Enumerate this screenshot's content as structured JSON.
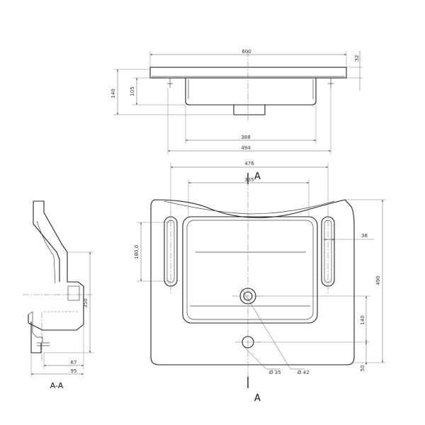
{
  "top_view": {
    "dims": {
      "overall_width": "600",
      "rim_height": "32",
      "total_height": "140",
      "bowl_height": "105",
      "bowl_width": "388",
      "outer_width": "494"
    }
  },
  "front_view": {
    "dims": {
      "width": "476",
      "inner_width": "335",
      "hole_spacing": "180,0",
      "slot_width": "36",
      "depth": "490",
      "drain_offset": "140",
      "tap_offset": "50",
      "tap_hole": "Ø 35",
      "drain_hole": "Ø 42"
    },
    "section_markers": {
      "top": "A",
      "bottom": "A"
    }
  },
  "section_view": {
    "dims": {
      "height": "350",
      "d67": "67",
      "d95": "95"
    },
    "label": "A-A"
  }
}
